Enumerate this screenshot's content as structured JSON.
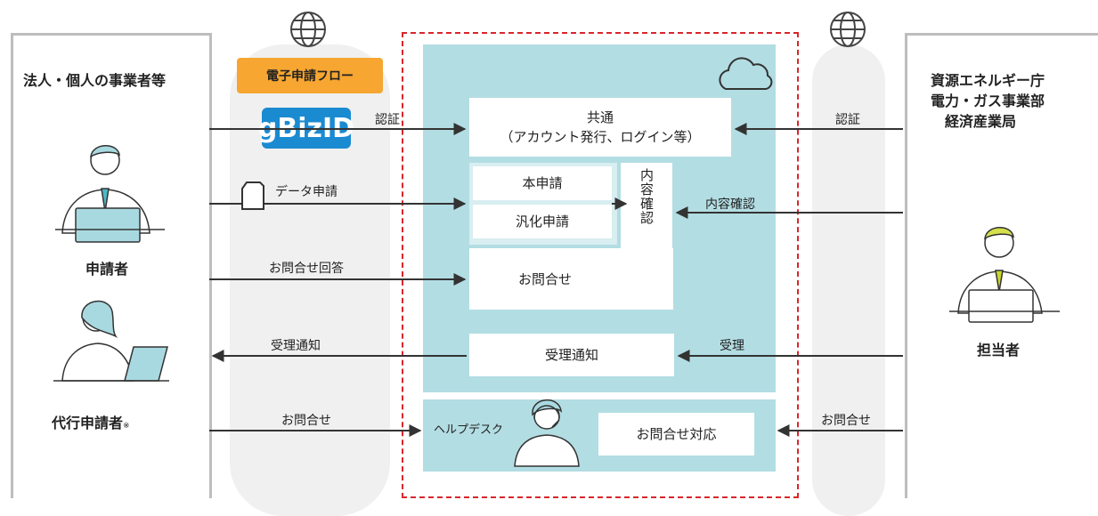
{
  "left_actor": {
    "title": "法人・個人の事業者等",
    "applicant_label": "申請者",
    "proxy_label": "代行申請者",
    "proxy_mark": "※"
  },
  "right_actor": {
    "title_lines": [
      "資源エネルギー庁",
      "電力・ガス事業部",
      "経済産業局"
    ],
    "staff_label": "担当者"
  },
  "flow_tag": "電子申請フロー",
  "gbiz_logo": "gBizID",
  "center": {
    "common_lines": [
      "共通",
      "（アカウント発行、ログイン等）"
    ],
    "main_application": "本申請",
    "general_application": "汎化申請",
    "content_check_vertical": "内容確認",
    "inquiry": "お問合せ",
    "receipt_notice": "受理通知",
    "helpdesk_label": "ヘルプデスク",
    "inquiry_support": "お問合せ対応"
  },
  "arrow_labels": {
    "auth_left": "認証",
    "data_application": "データ申請",
    "inquiry_answer": "お問合せ回答",
    "receipt_notice_left": "受理通知",
    "inquiry_left": "お問合せ",
    "auth_right": "認証",
    "content_check_right": "内容確認",
    "accept_right": "受理",
    "inquiry_right": "お問合せ"
  },
  "icons": [
    "globe-icon",
    "cloud-icon",
    "document-icon",
    "person-icon",
    "helpdesk-person-icon"
  ],
  "colors": {
    "panel_border": "#bdbdbd",
    "lane": "#f0f0f0",
    "cloud_area": "#b2dde3",
    "tag": "#f6a631",
    "gbiz": "#1a8ad1",
    "dashed_border": "#d9262b",
    "arrow": "#333333"
  }
}
